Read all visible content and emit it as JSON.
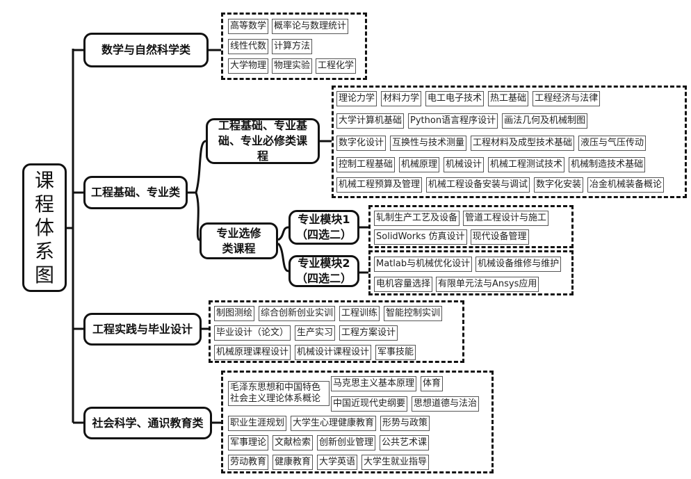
{
  "root": "课程体系图",
  "categories": {
    "math": {
      "label": "数学与自然科学类",
      "rows": [
        [
          "高等数学",
          "概率论与数理统计"
        ],
        [
          "线性代数",
          "计算方法"
        ],
        [
          "大学物理",
          "物理实验",
          "工程化学"
        ]
      ]
    },
    "eng": {
      "label": "工程基础、专业类",
      "required": {
        "label": "工程基础、专业基础、专业必修类课程",
        "rows": [
          [
            "理论力学",
            "材料力学",
            "电工电子技术",
            "热工基础",
            "工程经济与法律"
          ],
          [
            "大学计算机基础",
            "Python语言程序设计",
            "画法几何及机械制图"
          ],
          [
            "数字化设计",
            "互换性与技术测量",
            "工程材料及成型技术基础",
            "液压与气压传动"
          ],
          [
            "控制工程基础",
            "机械原理",
            "机械设计",
            "机械工程测试技术",
            "机械制造技术基础"
          ],
          [
            "机械工程预算及管理",
            "机械工程设备安装与调试",
            "数字化安装",
            "冶金机械装备概论"
          ]
        ]
      },
      "elective": {
        "label": "专业选修类课程",
        "module1": {
          "label": "专业模块1（四选二）",
          "rows": [
            [
              "轧制生产工艺及设备",
              "管道工程设计与施工"
            ],
            [
              "SolidWorks 仿真设计",
              "现代设备管理"
            ]
          ]
        },
        "module2": {
          "label": "专业模块2（四选二）",
          "rows": [
            [
              "Matlab与机械优化设计",
              "机械设备维修与维护"
            ],
            [
              "电机容量选择",
              "有限单元法与Ansys应用"
            ]
          ]
        }
      }
    },
    "practice": {
      "label": "工程实践与毕业设计",
      "rows": [
        [
          "制图测绘",
          "综合创新创业实训",
          "工程训练",
          "智能控制实训"
        ],
        [
          "毕业设计（论文）",
          "生产实习",
          "工程方案设计"
        ],
        [
          "机械原理课程设计",
          "机械设计课程设计",
          "军事技能"
        ]
      ]
    },
    "social": {
      "label": "社会科学、通识教育类",
      "big": "毛泽东思想和中国特色社会主义理论体系概论",
      "rows": [
        [
          "马克思主义基本原理",
          "体育"
        ],
        [
          "中国近现代史纲要",
          "思想道德与法治"
        ],
        [
          "职业生涯规划",
          "大学生心理健康教育",
          "形势与政策"
        ],
        [
          "军事理论",
          "文献检索",
          "创新创业管理",
          "公共艺术课"
        ],
        [
          "劳动教育",
          "健康教育",
          "大学英语",
          "大学生就业指导"
        ]
      ]
    }
  }
}
